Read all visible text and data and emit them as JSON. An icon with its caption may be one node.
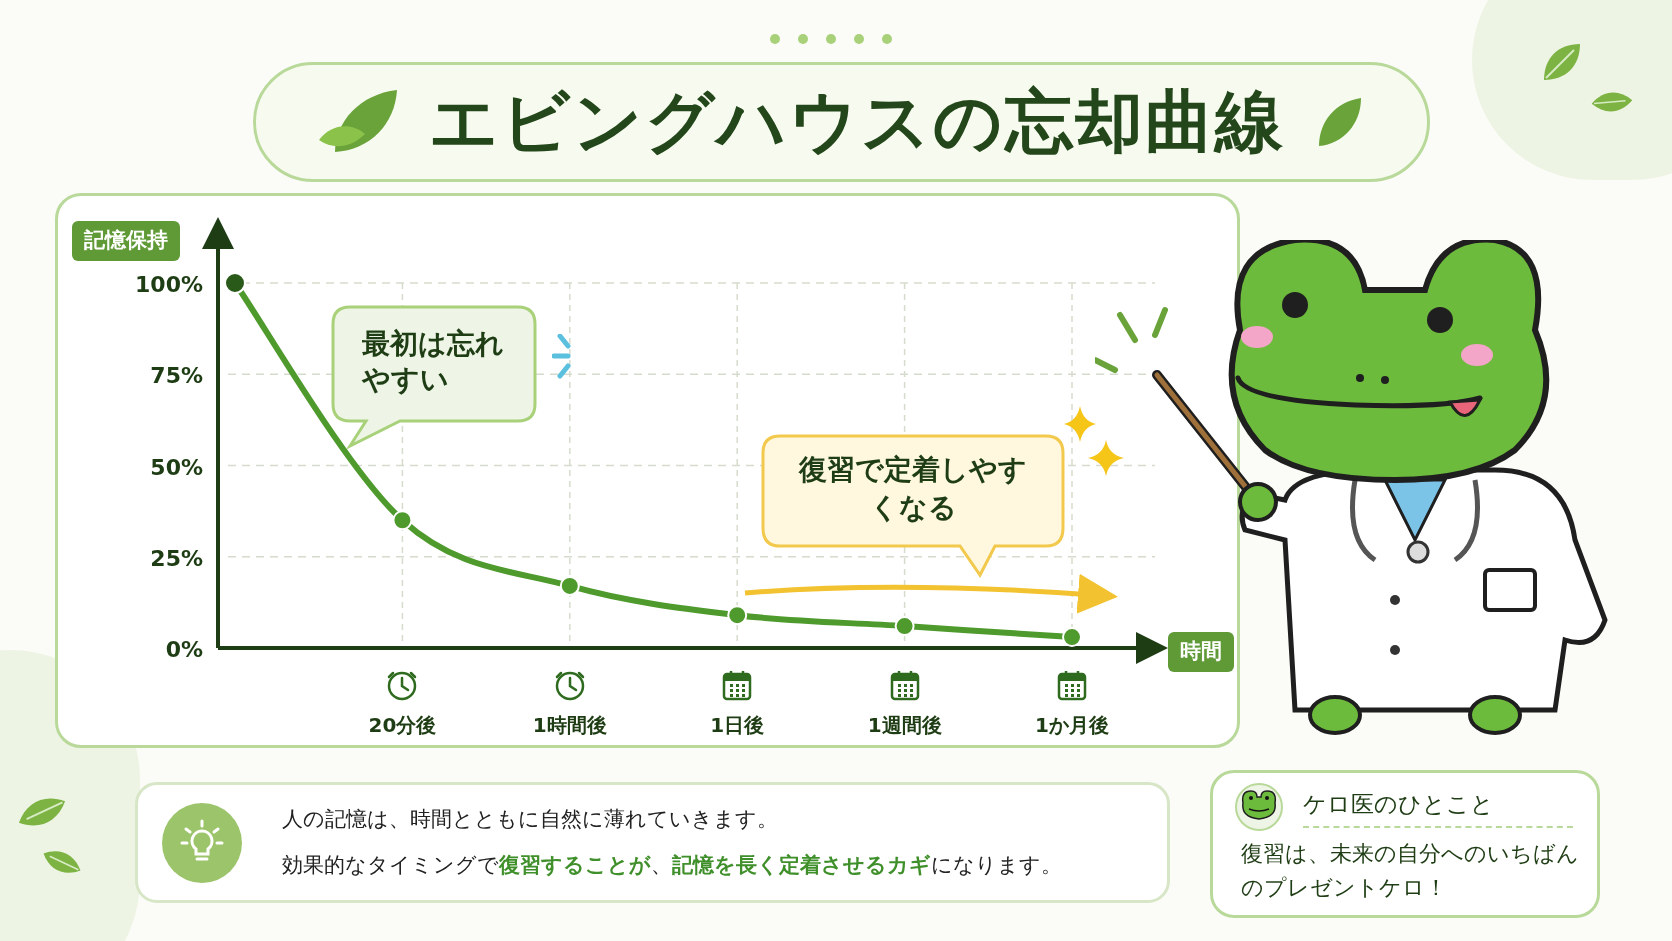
{
  "diagram": {
    "title": "エビングハウスの忘却曲線",
    "nodes": [
      {
        "text": [
          "最初は忘れやすい"
        ]
      },
      {
        "text": [
          "復習で定着しやすくなる"
        ]
      },
      {
        "text": [
          "人の記憶は、時間とともに自然に薄れていきます。",
          "効果的なタイミングで**復習することが**、**記憶を長く定着させるカギ**になります。"
        ]
      },
      {
        "text": [
          "ケロ医のひとこと",
          "復習は、未来の自分へのいちばんのプレゼントケロ！"
        ]
      }
    ],
    "edges": [],
    "chart_data": {
      "type": "line",
      "grid": true,
      "xlabel": "時間",
      "ylabel": "記憶保持",
      "categories": [
        null,
        "20分後",
        "1時間後",
        "1日後",
        "1週間後",
        "1か月後"
      ],
      "ylim": [
        0,
        100
      ],
      "yticks": [
        {
          "value": 0,
          "label": "0%"
        },
        {
          "value": 25,
          "label": "25%"
        },
        {
          "value": 50,
          "label": "50%"
        },
        {
          "value": 75,
          "label": "75%"
        },
        {
          "value": 100,
          "label": "100%"
        }
      ],
      "series": [
        {
          "color": "#4e9a2c",
          "marker": "circle",
          "values": [
            100,
            35,
            17,
            9,
            6,
            3
          ]
        }
      ]
    }
  }
}
